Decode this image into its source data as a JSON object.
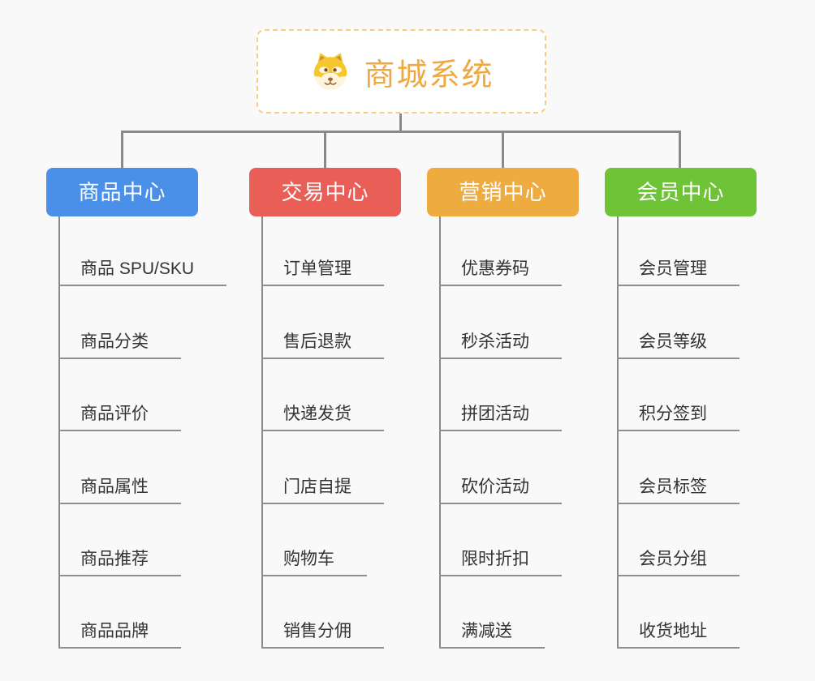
{
  "page": {
    "background_color": "#f9f9f9",
    "connector_color": "#8a8a8a"
  },
  "root": {
    "title": "商城系统",
    "icon": "dog-face-icon",
    "title_color": "#f0a942",
    "border_color": "#f6cd87",
    "background_color": "#ffffff"
  },
  "branches": [
    {
      "label": "商品中心",
      "color": "#4a90e8",
      "items": [
        "商品 SPU/SKU",
        "商品分类",
        "商品评价",
        "商品属性",
        "商品推荐",
        "商品品牌"
      ]
    },
    {
      "label": "交易中心",
      "color": "#e95e56",
      "items": [
        "订单管理",
        "售后退款",
        "快递发货",
        "门店自提",
        "购物车",
        "销售分佣"
      ]
    },
    {
      "label": "营销中心",
      "color": "#eeab40",
      "items": [
        "优惠券码",
        "秒杀活动",
        "拼团活动",
        "砍价活动",
        "限时折扣",
        "满减送"
      ]
    },
    {
      "label": "会员中心",
      "color": "#6ec336",
      "items": [
        "会员管理",
        "会员等级",
        "积分签到",
        "会员标签",
        "会员分组",
        "收货地址"
      ]
    }
  ]
}
